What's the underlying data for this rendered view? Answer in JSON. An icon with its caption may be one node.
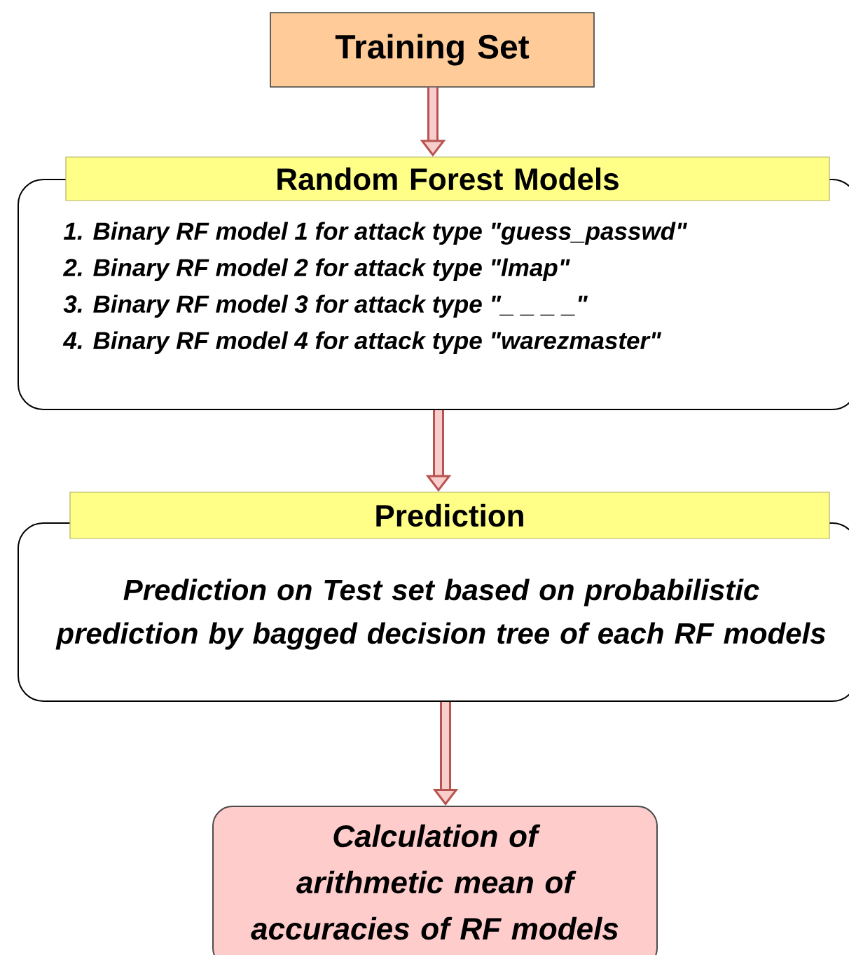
{
  "diagram": {
    "nodes": [
      {
        "text": [
          "Training Set"
        ]
      },
      {
        "text": [
          "Random Forest Models"
        ]
      },
      {
        "text": [
          "1. Binary RF model 1 for attack type \"guess_passwd\"",
          "2. Binary RF model 2 for attack type \"lmap\"",
          "3. Binary RF model 3 for attack type \"_ _ _ _\"",
          "4. Binary RF model 4 for attack type \"warezmaster\""
        ]
      },
      {
        "text": [
          "Prediction"
        ]
      },
      {
        "text": [
          "Prediction on Test set based on probabilistic prediction by bagged decision tree of each RF models"
        ]
      },
      {
        "text": [
          "Calculation of arithmetic mean of accuracies of RF models"
        ]
      }
    ],
    "edges": [
      {
        "from": 0,
        "to": 1,
        "arrow": "to"
      },
      {
        "from": 2,
        "to": 3,
        "arrow": "to"
      },
      {
        "from": 4,
        "to": 5,
        "arrow": "to"
      }
    ]
  }
}
